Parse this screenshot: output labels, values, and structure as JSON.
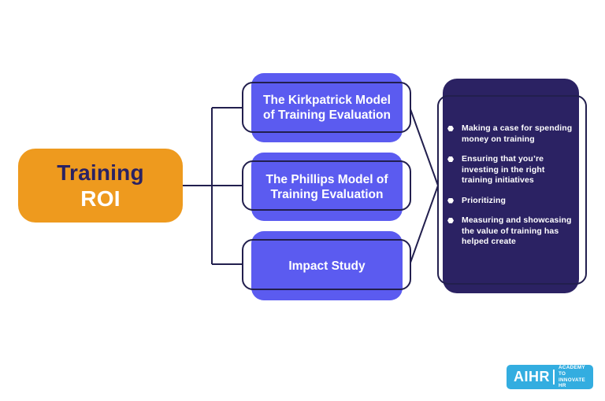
{
  "colors": {
    "orange": "#EE9A1E",
    "purple": "#5B5BF0",
    "dark_navy_panel": "#2B2263",
    "line_navy": "#221F4E",
    "root_text_navy": "#2A2263",
    "logo_blue": "#33ADE0",
    "white": "#ffffff"
  },
  "root_node": {
    "line1": "Training",
    "line2": "ROI"
  },
  "models": [
    {
      "label": "The Kirkpatrick Model of Training Evaluation",
      "lines": [
        "The Kirkpatrick Model",
        "of Training Evaluation"
      ]
    },
    {
      "label": "The Phillips Model of Training Evaluation",
      "lines": [
        "The Phillips Model of",
        "Training Evaluation"
      ]
    },
    {
      "label": "Impact Study",
      "lines": [
        "Impact Study"
      ]
    }
  ],
  "benefits": {
    "items": [
      {
        "label": "Making a case for spending money on training",
        "lines": [
          "Making a case for spending",
          "money on training"
        ]
      },
      {
        "label": "Ensuring that you’re investing in the right training initiatives",
        "lines": [
          "Ensuring that you’re",
          "investing in the right",
          "training initiatives"
        ]
      },
      {
        "label": "Prioritizing",
        "lines": [
          "Prioritizing"
        ]
      },
      {
        "label": "Measuring and showcasing the value of training has helped create",
        "lines": [
          "Measuring and showcasing",
          "the value of training has",
          "helped create"
        ]
      }
    ]
  },
  "logo": {
    "brand": "AIHR",
    "tagline_line1": "ACADEMY TO",
    "tagline_line2": "INNOVATE HR"
  }
}
